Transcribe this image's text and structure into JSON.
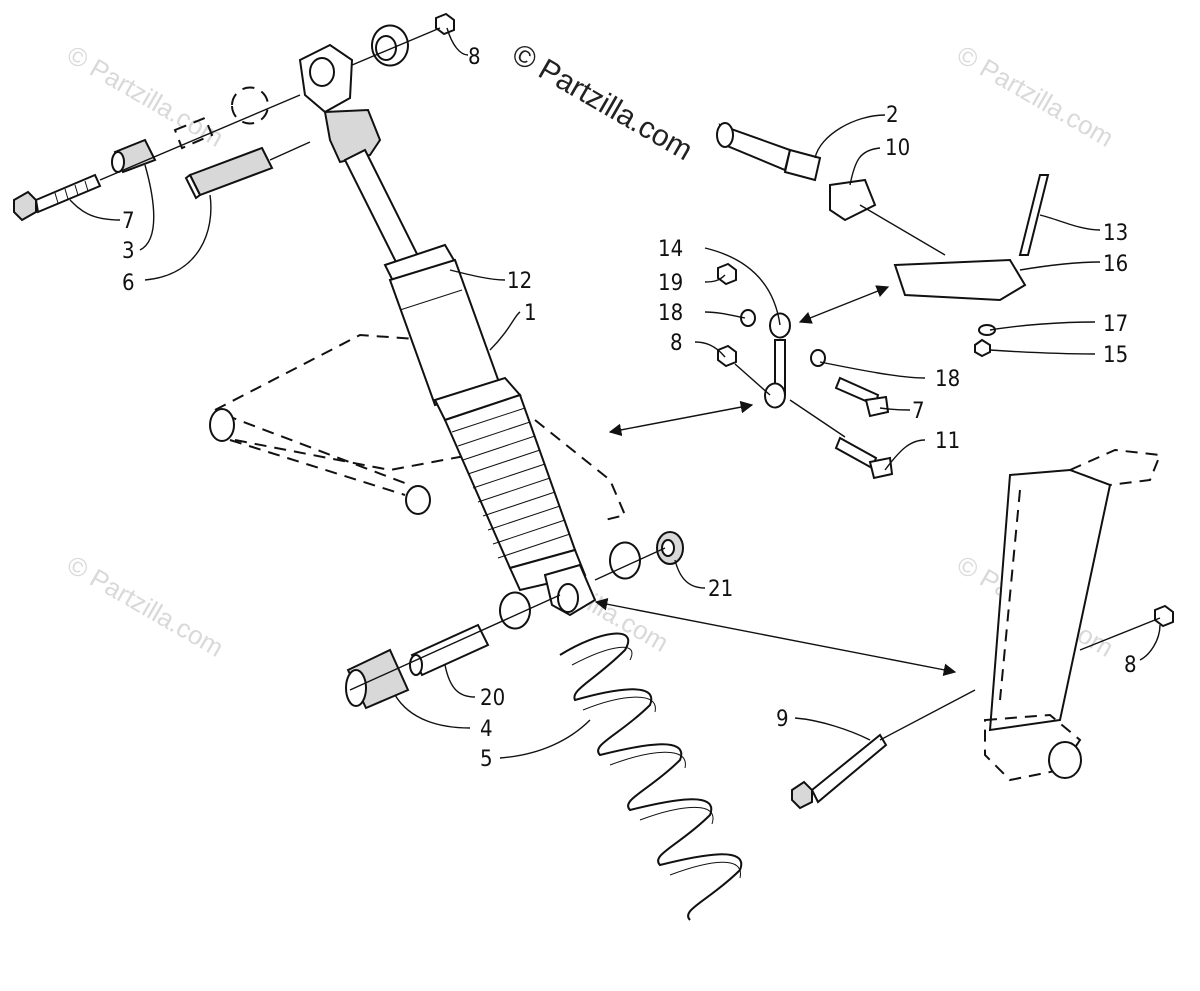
{
  "copyright": "© Partzilla.com",
  "watermark": "© Partzilla.com",
  "callouts": [
    "8",
    "7",
    "3",
    "6",
    "2",
    "10",
    "13",
    "16",
    "14",
    "19",
    "18",
    "8",
    "12",
    "1",
    "17",
    "15",
    "18",
    "7",
    "11",
    "21",
    "20",
    "4",
    "5",
    "9",
    "8"
  ]
}
